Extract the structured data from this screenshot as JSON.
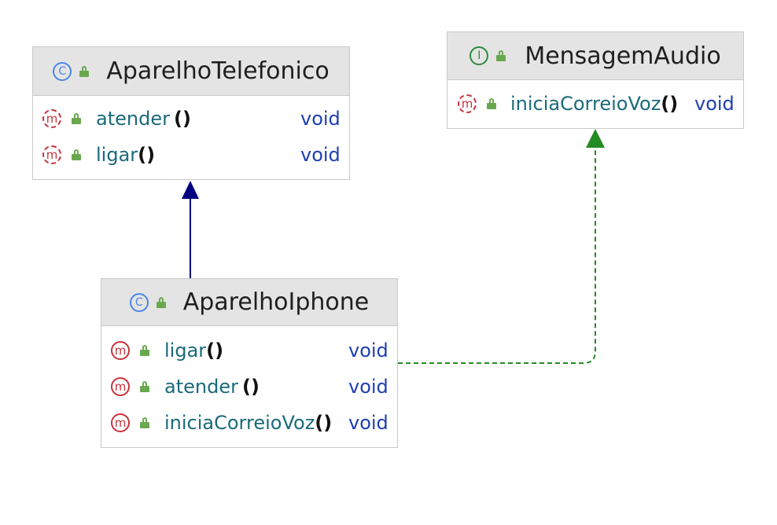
{
  "colors": {
    "class_badge": "#4a86e8",
    "interface_badge": "#2e8b3e",
    "method_badge": "#c8323c",
    "access_icon": "#6aa84f",
    "inheritance_arrow": "#000080",
    "realization_arrow": "#228b22"
  },
  "badges": {
    "class": "C",
    "interface": "I",
    "method": "m"
  },
  "classes": {
    "aparelho_telefonico": {
      "kind": "class",
      "name": "AparelhoTelefonico",
      "methods": [
        {
          "name": "atender",
          "params": "()",
          "type": "void"
        },
        {
          "name": "ligar",
          "params": "()",
          "type": "void"
        }
      ]
    },
    "mensagem_audio": {
      "kind": "interface",
      "name": "MensagemAudio",
      "methods": [
        {
          "name": "iniciaCorreioVoz",
          "params": "()",
          "type": "void"
        }
      ]
    },
    "aparelho_iphone": {
      "kind": "class",
      "name": "AparelhoIphone",
      "methods": [
        {
          "name": "ligar",
          "params": "()",
          "type": "void"
        },
        {
          "name": "atender",
          "params": "()",
          "type": "void"
        },
        {
          "name": "iniciaCorreioVoz",
          "params": "()",
          "type": "void"
        }
      ]
    }
  },
  "relations": [
    {
      "type": "inheritance",
      "from": "AparelhoIphone",
      "to": "AparelhoTelefonico"
    },
    {
      "type": "realization",
      "from": "AparelhoIphone",
      "to": "MensagemAudio"
    }
  ]
}
